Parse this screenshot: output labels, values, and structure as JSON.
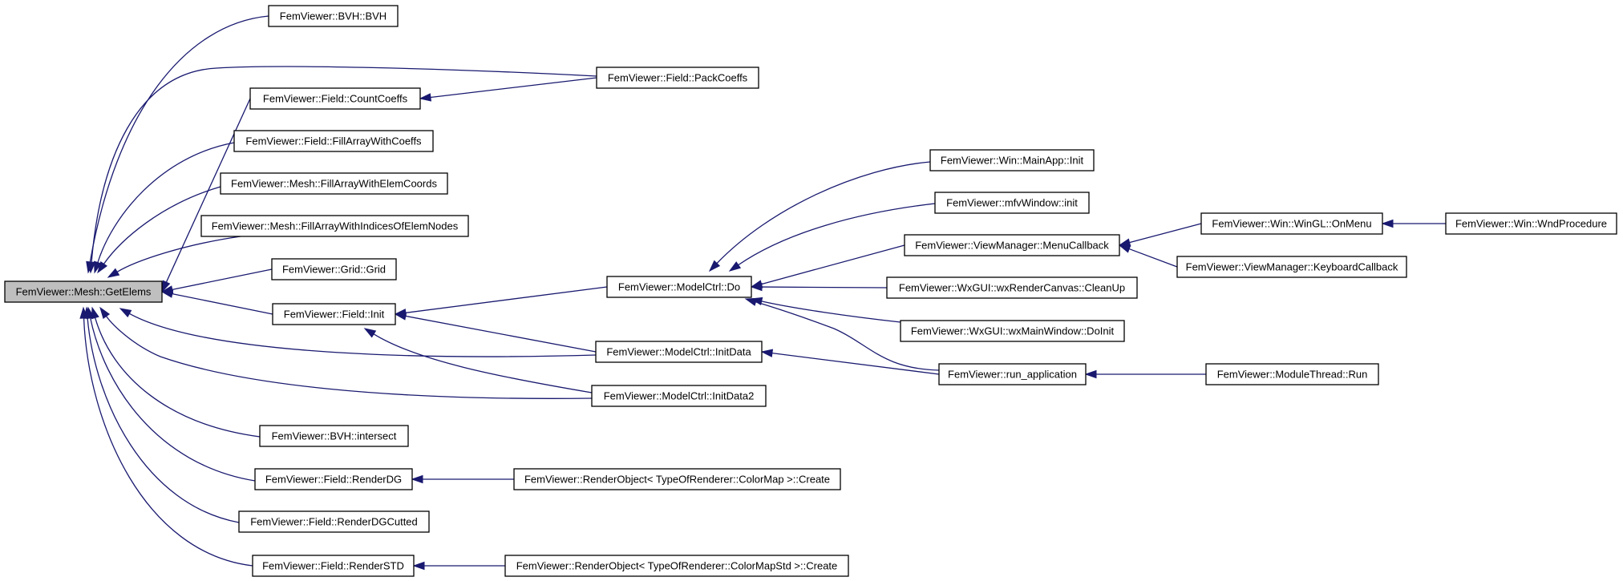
{
  "graph": {
    "nodes": [
      {
        "id": "getelems",
        "label": "FemViewer::Mesh::GetElems",
        "root": true
      },
      {
        "id": "bvh_ctor",
        "label": "FemViewer::BVH::BVH"
      },
      {
        "id": "packcoeffs",
        "label": "FemViewer::Field::PackCoeffs"
      },
      {
        "id": "countcoeffs",
        "label": "FemViewer::Field::CountCoeffs"
      },
      {
        "id": "fillcoeffs",
        "label": "FemViewer::Field::FillArrayWithCoeffs"
      },
      {
        "id": "fillelemcoords",
        "label": "FemViewer::Mesh::FillArrayWithElemCoords"
      },
      {
        "id": "fillindices",
        "label": "FemViewer::Mesh::FillArrayWithIndicesOfElemNodes"
      },
      {
        "id": "grid",
        "label": "FemViewer::Grid::Grid"
      },
      {
        "id": "fieldinit",
        "label": "FemViewer::Field::Init"
      },
      {
        "id": "modelctrldo",
        "label": "FemViewer::ModelCtrl::Do"
      },
      {
        "id": "initdata",
        "label": "FemViewer::ModelCtrl::InitData"
      },
      {
        "id": "initdata2",
        "label": "FemViewer::ModelCtrl::InitData2"
      },
      {
        "id": "intersect",
        "label": "FemViewer::BVH::intersect"
      },
      {
        "id": "renderdg",
        "label": "FemViewer::Field::RenderDG"
      },
      {
        "id": "renderdgcutted",
        "label": "FemViewer::Field::RenderDGCutted"
      },
      {
        "id": "renderstd",
        "label": "FemViewer::Field::RenderSTD"
      },
      {
        "id": "colormapcreate",
        "label": "FemViewer::RenderObject< TypeOfRenderer::ColorMap >::Create"
      },
      {
        "id": "colormapstdcreate",
        "label": "FemViewer::RenderObject< TypeOfRenderer::ColorMapStd >::Create"
      },
      {
        "id": "mainappinit",
        "label": "FemViewer::Win::MainApp::Init"
      },
      {
        "id": "mfvinit",
        "label": "FemViewer::mfvWindow::init"
      },
      {
        "id": "menucallback",
        "label": "FemViewer::ViewManager::MenuCallback"
      },
      {
        "id": "cleanup",
        "label": "FemViewer::WxGUI::wxRenderCanvas::CleanUp"
      },
      {
        "id": "doinit",
        "label": "FemViewer::WxGUI::wxMainWindow::DoInit"
      },
      {
        "id": "runapp",
        "label": "FemViewer::run_application"
      },
      {
        "id": "onmenu",
        "label": "FemViewer::Win::WinGL::OnMenu"
      },
      {
        "id": "keyboardcallback",
        "label": "FemViewer::ViewManager::KeyboardCallback"
      },
      {
        "id": "wndprocedure",
        "label": "FemViewer::Win::WndProcedure"
      },
      {
        "id": "modulethreadrun",
        "label": "FemViewer::ModuleThread::Run"
      }
    ],
    "edges": [
      {
        "from": "bvh_ctor",
        "to": "getelems"
      },
      {
        "from": "packcoeffs",
        "to": "getelems"
      },
      {
        "from": "countcoeffs",
        "to": "getelems"
      },
      {
        "from": "fillcoeffs",
        "to": "getelems"
      },
      {
        "from": "fillelemcoords",
        "to": "getelems"
      },
      {
        "from": "fillindices",
        "to": "getelems"
      },
      {
        "from": "grid",
        "to": "getelems"
      },
      {
        "from": "fieldinit",
        "to": "getelems"
      },
      {
        "from": "initdata",
        "to": "getelems"
      },
      {
        "from": "initdata2",
        "to": "getelems"
      },
      {
        "from": "intersect",
        "to": "getelems"
      },
      {
        "from": "renderdg",
        "to": "getelems"
      },
      {
        "from": "renderdgcutted",
        "to": "getelems"
      },
      {
        "from": "renderstd",
        "to": "getelems"
      },
      {
        "from": "packcoeffs",
        "to": "countcoeffs"
      },
      {
        "from": "modelctrldo",
        "to": "fieldinit"
      },
      {
        "from": "initdata",
        "to": "fieldinit"
      },
      {
        "from": "initdata2",
        "to": "fieldinit"
      },
      {
        "from": "colormapcreate",
        "to": "renderdg"
      },
      {
        "from": "colormapstdcreate",
        "to": "renderstd"
      },
      {
        "from": "mainappinit",
        "to": "modelctrldo"
      },
      {
        "from": "mfvinit",
        "to": "modelctrldo"
      },
      {
        "from": "menucallback",
        "to": "modelctrldo"
      },
      {
        "from": "cleanup",
        "to": "modelctrldo"
      },
      {
        "from": "doinit",
        "to": "modelctrldo"
      },
      {
        "from": "runapp",
        "to": "modelctrldo"
      },
      {
        "from": "runapp",
        "to": "initdata"
      },
      {
        "from": "onmenu",
        "to": "menucallback"
      },
      {
        "from": "keyboardcallback",
        "to": "menucallback"
      },
      {
        "from": "wndprocedure",
        "to": "onmenu"
      },
      {
        "from": "modulethreadrun",
        "to": "runapp"
      }
    ]
  }
}
